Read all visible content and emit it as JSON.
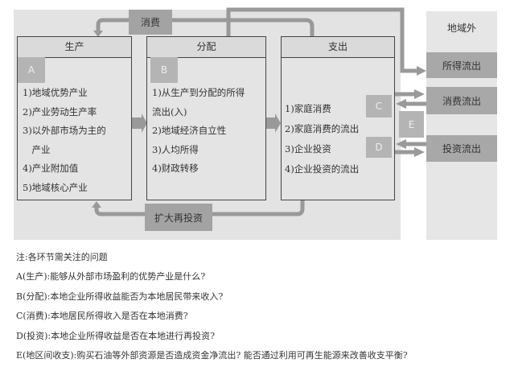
{
  "flow": {
    "consume_label": "消费",
    "reinvest_label": "扩大再投资"
  },
  "boxes": [
    {
      "title": "生产",
      "letter": "A",
      "items": [
        "1)地域优势产业",
        "2)产业劳动生产率",
        "3)以外部市场为主的",
        "　产业",
        "4)产业附加值",
        "5)地域核心产业"
      ]
    },
    {
      "title": "分配",
      "letter": "B",
      "items": [
        "1)从生产到分配的所得",
        "流出(入)",
        "2)地域经济自立性",
        "3)人均所得",
        "4)财政转移"
      ]
    },
    {
      "title": "支出",
      "letters": [
        "C",
        "D"
      ],
      "items": [
        "1)家庭消费",
        "2)家庭消费的流出",
        "3)企业投资",
        "4)企业投资的流出"
      ]
    }
  ],
  "outside": {
    "title": "地域外",
    "letter": "E",
    "flows": [
      "所得流出",
      "消费流出",
      "投资流出"
    ]
  },
  "notes": [
    "注:各环节需关注的问题",
    "A(生产):能够从外部市场盈利的优势产业是什么?",
    "B(分配):本地企业所得收益能否为本地居民带来收入?",
    "C(消费):本地居民所得收入是否在本地消费?",
    "D(投资):本地企业所得收益是否在本地进行再投资?",
    "E(地区间收支):购买石油等外部资源是否造成资金净流出? 能否通过利用可再生能源来改善收支平衡?"
  ]
}
